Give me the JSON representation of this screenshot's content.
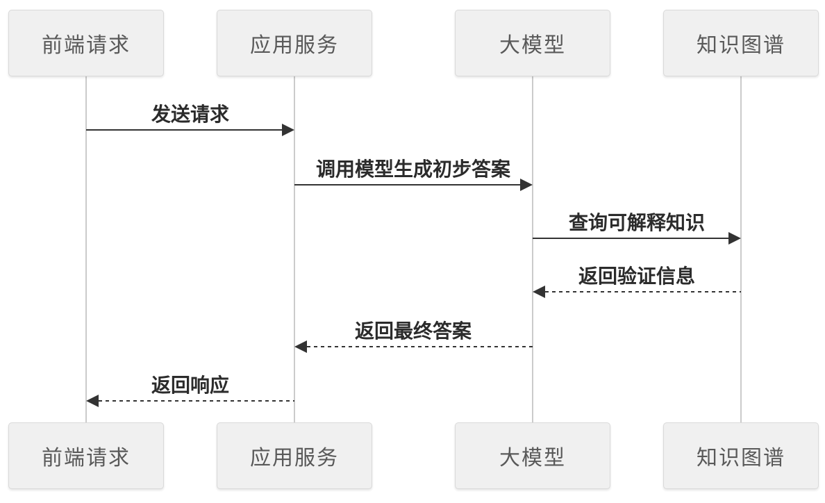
{
  "diagram": {
    "type": "sequence-diagram",
    "actors": [
      {
        "id": "frontend-request",
        "label": "前端请求"
      },
      {
        "id": "app-service",
        "label": "应用服务"
      },
      {
        "id": "large-model",
        "label": "大模型"
      },
      {
        "id": "knowledge-graph",
        "label": "知识图谱"
      }
    ],
    "messages": [
      {
        "from": "前端请求",
        "to": "应用服务",
        "label": "发送请求",
        "style": "solid",
        "direction": "right"
      },
      {
        "from": "应用服务",
        "to": "大模型",
        "label": "调用模型生成初步答案",
        "style": "solid",
        "direction": "right"
      },
      {
        "from": "大模型",
        "to": "知识图谱",
        "label": "查询可解释知识",
        "style": "solid",
        "direction": "right"
      },
      {
        "from": "知识图谱",
        "to": "大模型",
        "label": "返回验证信息",
        "style": "dashed",
        "direction": "left"
      },
      {
        "from": "大模型",
        "to": "应用服务",
        "label": "返回最终答案",
        "style": "dashed",
        "direction": "left"
      },
      {
        "from": "应用服务",
        "to": "前端请求",
        "label": "返回响应",
        "style": "dashed",
        "direction": "left"
      }
    ],
    "colors": {
      "background": "#ffffff",
      "actor_fill": "#f0f0f0",
      "actor_border": "#d9d9d9",
      "actor_text": "#595959",
      "lifeline": "#cbcbcb",
      "arrow": "#333333",
      "message_text": "#2b2b2b"
    }
  }
}
